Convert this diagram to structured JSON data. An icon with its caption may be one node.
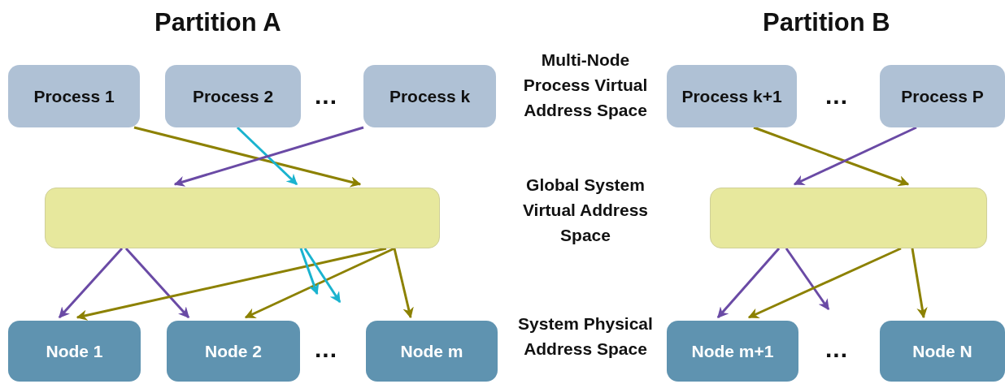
{
  "diagram": {
    "nodes": [
      {
        "text": [
          "Process 1"
        ]
      },
      {
        "text": [
          "Process 2"
        ]
      },
      {
        "text": [
          "Process k"
        ]
      },
      {
        "text": [
          "Process k+1"
        ]
      },
      {
        "text": [
          "Process P"
        ]
      },
      {
        "text": [],
        "shape": "box"
      },
      {
        "text": [
          "Node 1"
        ]
      },
      {
        "text": [
          "Node 2"
        ]
      },
      {
        "text": [
          "Node m"
        ]
      },
      {
        "text": [],
        "shape": "box"
      },
      {
        "text": [
          "Node m+1"
        ]
      },
      {
        "text": [
          "Node N"
        ]
      }
    ],
    "edges": [
      {
        "from": 0,
        "to": 5,
        "arrow": "to"
      },
      {
        "from": 1,
        "to": 5,
        "arrow": "to",
        "color": "#1ab3cf"
      },
      {
        "from": 2,
        "to": 5,
        "arrow": "to",
        "color": "#6a4aa5"
      },
      {
        "from": 5,
        "to": 6,
        "arrow": "to",
        "color": "#6a4aa5"
      },
      {
        "from": 5,
        "to": 7,
        "arrow": "to",
        "color": "#6a4aa5"
      },
      {
        "from": 5,
        "to": 6,
        "arrow": "to"
      },
      {
        "from": 5,
        "to": 7,
        "arrow": "to"
      },
      {
        "from": 5,
        "to": 8,
        "arrow": "to"
      },
      {
        "from": 5,
        "to": null,
        "arrow": "to",
        "color": "#1ab3cf"
      },
      {
        "from": 5,
        "to": null,
        "arrow": "to",
        "color": "#1ab3cf"
      },
      {
        "from": 3,
        "to": 9,
        "arrow": "to"
      },
      {
        "from": 4,
        "to": 9,
        "arrow": "to",
        "color": "#6a4aa5"
      },
      {
        "from": 9,
        "to": 10,
        "arrow": "to",
        "color": "#6a4aa5"
      },
      {
        "from": 9,
        "to": null,
        "arrow": "to",
        "color": "#6a4aa5"
      },
      {
        "from": 9,
        "to": 10,
        "arrow": "to"
      },
      {
        "from": 9,
        "to": 11,
        "arrow": "to"
      }
    ],
    "labels": [
      "Partition A",
      "Partition B",
      "...",
      "Multi-Node Process Virtual Address Space",
      "...",
      "Global System Virtual Address Space",
      "System Physical Address Space",
      "...",
      "..."
    ]
  }
}
